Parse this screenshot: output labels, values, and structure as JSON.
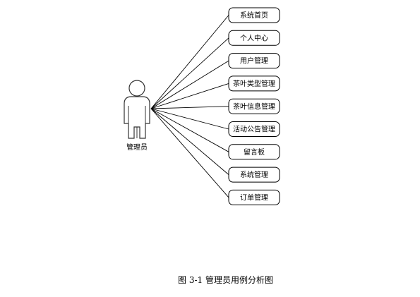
{
  "actor": {
    "label": "管理员",
    "icon": "person-icon"
  },
  "use_cases": [
    "系统首页",
    "个人中心",
    "用户管理",
    "茶叶类型管理",
    "茶叶信息管理",
    "活动公告管理",
    "留言板",
    "系统管理",
    "订单管理"
  ],
  "caption": "图 3-1 管理员用例分析图",
  "colors": {
    "stroke": "#000000",
    "actor_stroke": "#333333",
    "background": "#ffffff"
  }
}
